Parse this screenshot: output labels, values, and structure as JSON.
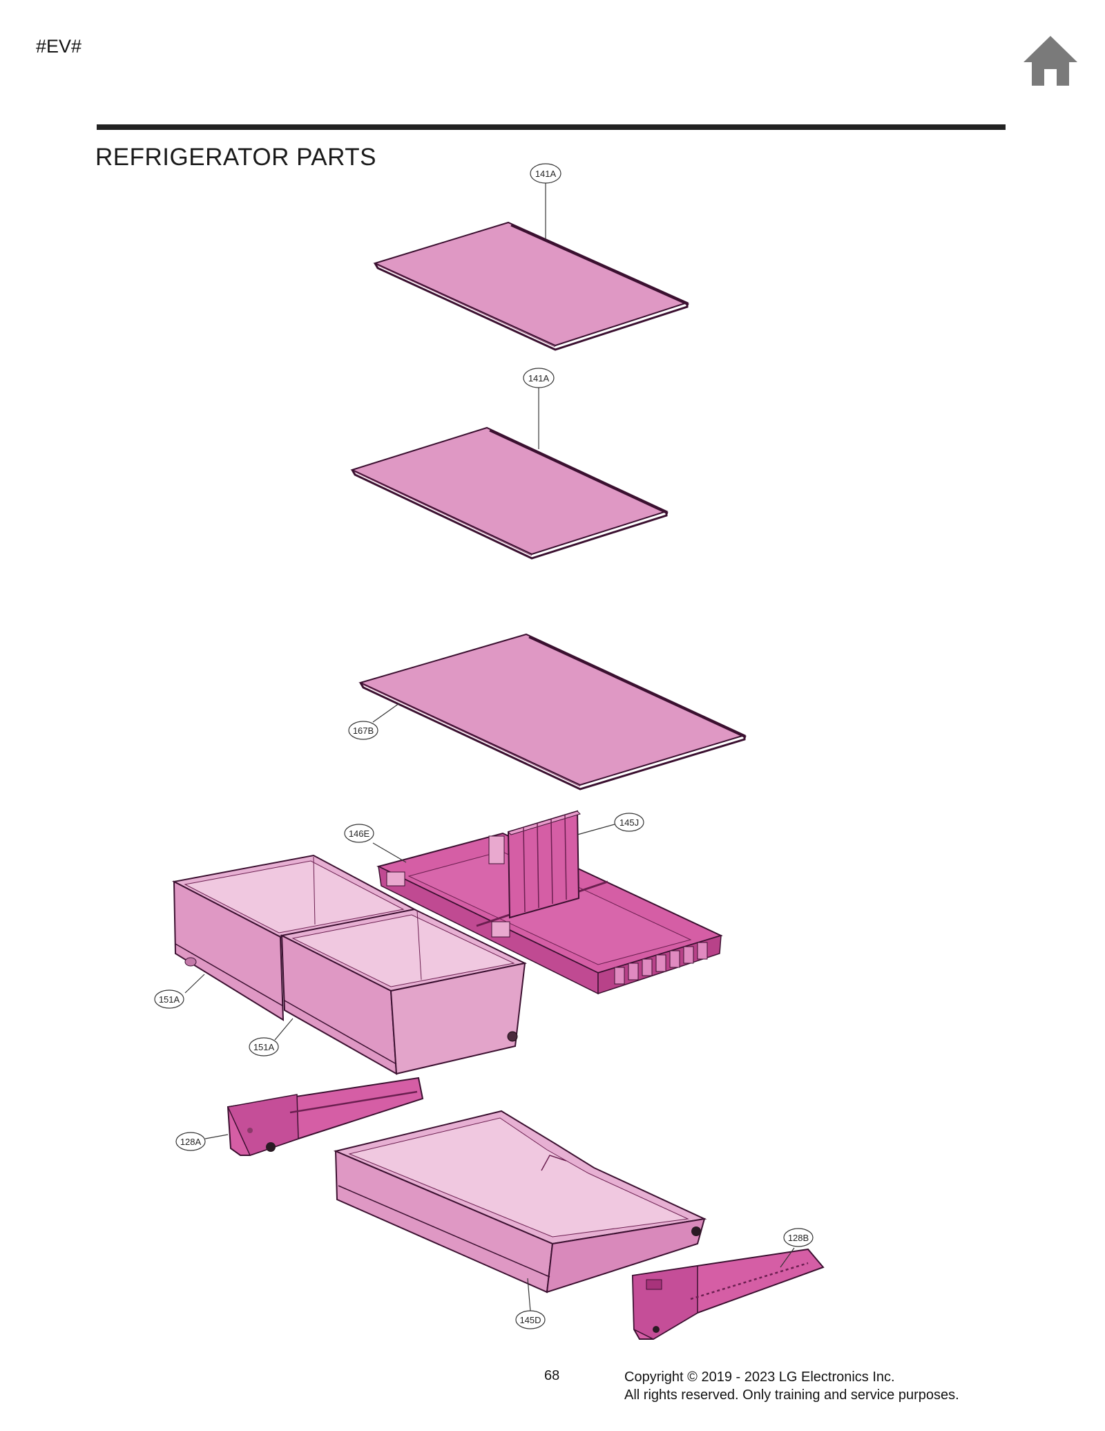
{
  "header": {
    "tag": "#EV#",
    "title": "REFRIGERATOR PARTS"
  },
  "icons": {
    "home": "home-icon"
  },
  "colors": {
    "part_light": "#df98c4",
    "part_dark": "#d55ea5",
    "outline": "#3b1030",
    "rule": "#222222",
    "home_icon": "#7a7a7a"
  },
  "callouts": [
    {
      "id": "shelf-1",
      "label": "141A"
    },
    {
      "id": "shelf-2",
      "label": "141A"
    },
    {
      "id": "shelf-3",
      "label": "167B"
    },
    {
      "id": "cover-frame",
      "label": "146E"
    },
    {
      "id": "divider",
      "label": "145J"
    },
    {
      "id": "crisper-left",
      "label": "151A"
    },
    {
      "id": "crisper-right",
      "label": "151A"
    },
    {
      "id": "rail-left",
      "label": "128A"
    },
    {
      "id": "rail-right",
      "label": "128B"
    },
    {
      "id": "bottom-drawer",
      "label": "145D"
    }
  ],
  "footer": {
    "page_number": "68",
    "copyright_line1": "Copyright © 2019 - 2023 LG Electronics Inc.",
    "copyright_line2": "All rights reserved. Only training and service purposes."
  }
}
